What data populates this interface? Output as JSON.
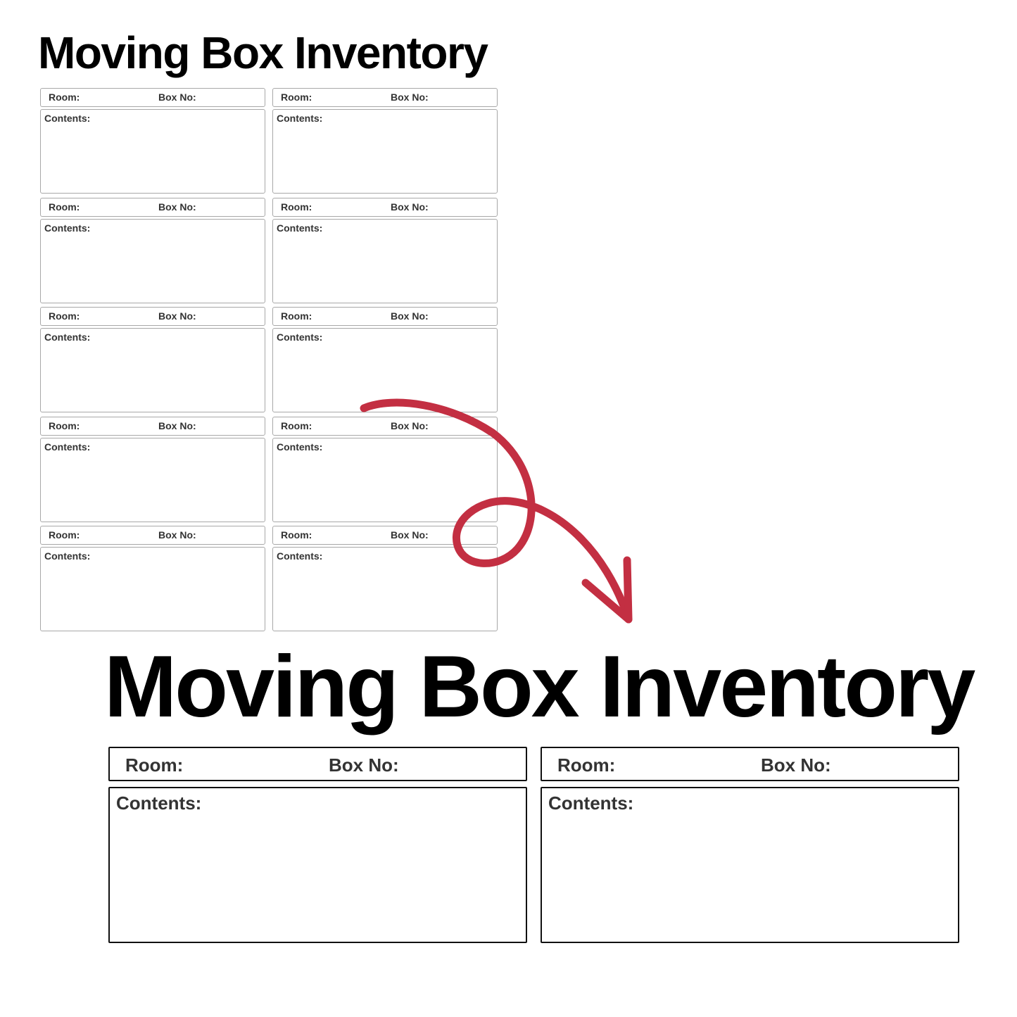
{
  "preview": {
    "title": "Moving Box Inventory",
    "cells": [
      {
        "room": "Room:",
        "box_no": "Box No:",
        "contents": "Contents:"
      },
      {
        "room": "Room:",
        "box_no": "Box No:",
        "contents": "Contents:"
      },
      {
        "room": "Room:",
        "box_no": "Box No:",
        "contents": "Contents:"
      },
      {
        "room": "Room:",
        "box_no": "Box No:",
        "contents": "Contents:"
      },
      {
        "room": "Room:",
        "box_no": "Box No:",
        "contents": "Contents:"
      },
      {
        "room": "Room:",
        "box_no": "Box No:",
        "contents": "Contents:"
      },
      {
        "room": "Room:",
        "box_no": "Box No:",
        "contents": "Contents:"
      },
      {
        "room": "Room:",
        "box_no": "Box No:",
        "contents": "Contents:"
      },
      {
        "room": "Room:",
        "box_no": "Box No:",
        "contents": "Contents:"
      },
      {
        "room": "Room:",
        "box_no": "Box No:",
        "contents": "Contents:"
      }
    ]
  },
  "detail": {
    "title": "Moving Box Inventory",
    "cells": [
      {
        "room": "Room:",
        "box_no": "Box No:",
        "contents": "Contents:"
      },
      {
        "room": "Room:",
        "box_no": "Box No:",
        "contents": "Contents:"
      }
    ]
  },
  "colors": {
    "arrow": "#c32f42",
    "border_light": "#a8a8a8",
    "border_dark": "#111111"
  }
}
